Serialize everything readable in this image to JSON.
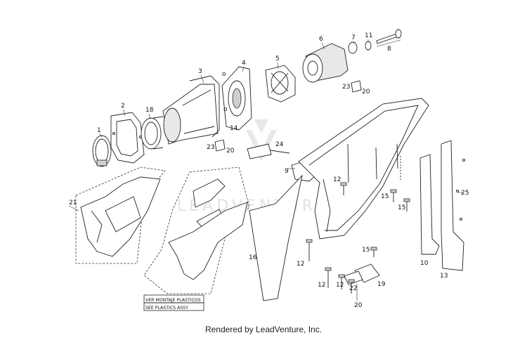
{
  "diagram": {
    "callouts": {
      "c1": "1",
      "c2": "2",
      "c3": "3",
      "c4": "4",
      "c5": "5",
      "c6": "6",
      "c7": "7",
      "c8": "8",
      "c9": "9",
      "c10": "10",
      "c11": "11",
      "c12a": "12",
      "c12b": "12",
      "c12c": "12",
      "c12d": "12",
      "c13": "13",
      "c14": "14",
      "c15a": "15",
      "c15b": "15",
      "c15c": "15",
      "c16": "16",
      "c18": "18",
      "c19": "19",
      "c20a": "20",
      "c20b": "20",
      "c20c": "20",
      "c21": "21",
      "c22": "22",
      "c23a": "23",
      "c23b": "23",
      "c24": "24",
      "c25": "25"
    },
    "note_box": {
      "line1": "VER MONTAJE PLASTICOS",
      "line2": "SEE PLASTICS ASSY"
    },
    "watermark": "LEADVENTURE"
  },
  "footer": {
    "credit": "Rendered by LeadVenture, Inc."
  }
}
